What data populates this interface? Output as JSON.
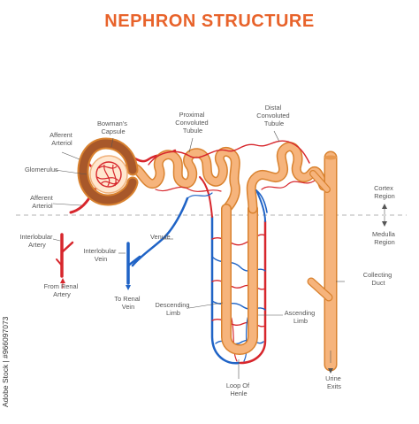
{
  "title": "NEPHRON STRUCTURE",
  "labels": {
    "afferent_arteriol_top": [
      "Afferent",
      "Arteriol"
    ],
    "bowmans_capsule": [
      "Bowman's",
      "Capsule"
    ],
    "proximal_tubule": [
      "Proximal",
      "Convoluted",
      "Tubule"
    ],
    "distal_tubule": [
      "Distal",
      "Convoluted",
      "Tubule"
    ],
    "glomerulus": "Glomerulus",
    "afferent_arteriol_bottom": [
      "Afferent",
      "Arteriol"
    ],
    "cortex_region": [
      "Cortex",
      "Region"
    ],
    "medulla_region": [
      "Medulla",
      "Region"
    ],
    "interlobular_artery": [
      "Interlobular",
      "Artery"
    ],
    "interlobular_vein": [
      "Interlobular",
      "Vein"
    ],
    "venule": "Venule",
    "from_renal_artery": [
      "From Renal",
      "Artery"
    ],
    "to_renal_vein": [
      "To Renal",
      "Vein"
    ],
    "descending_limb": [
      "Descending",
      "Limb"
    ],
    "ascending_limb": [
      "Ascending",
      "Limb"
    ],
    "collecting_duct": [
      "Collecting",
      "Duct"
    ],
    "loop_of_henle": [
      "Loop Of",
      "Henle"
    ],
    "urine_exits": [
      "Urine",
      "Exits"
    ]
  },
  "stock_id": "Adobe Stock | #966097073",
  "colors": {
    "title": "#e8632b",
    "tubule": "#f6b47c",
    "tubule_outline": "#d9822f",
    "artery": "#d7262c",
    "vein": "#1f63c6",
    "label": "#555555"
  },
  "icons": {
    "arrow_up": "arrowhead-up",
    "arrow_down": "arrowhead-down"
  }
}
